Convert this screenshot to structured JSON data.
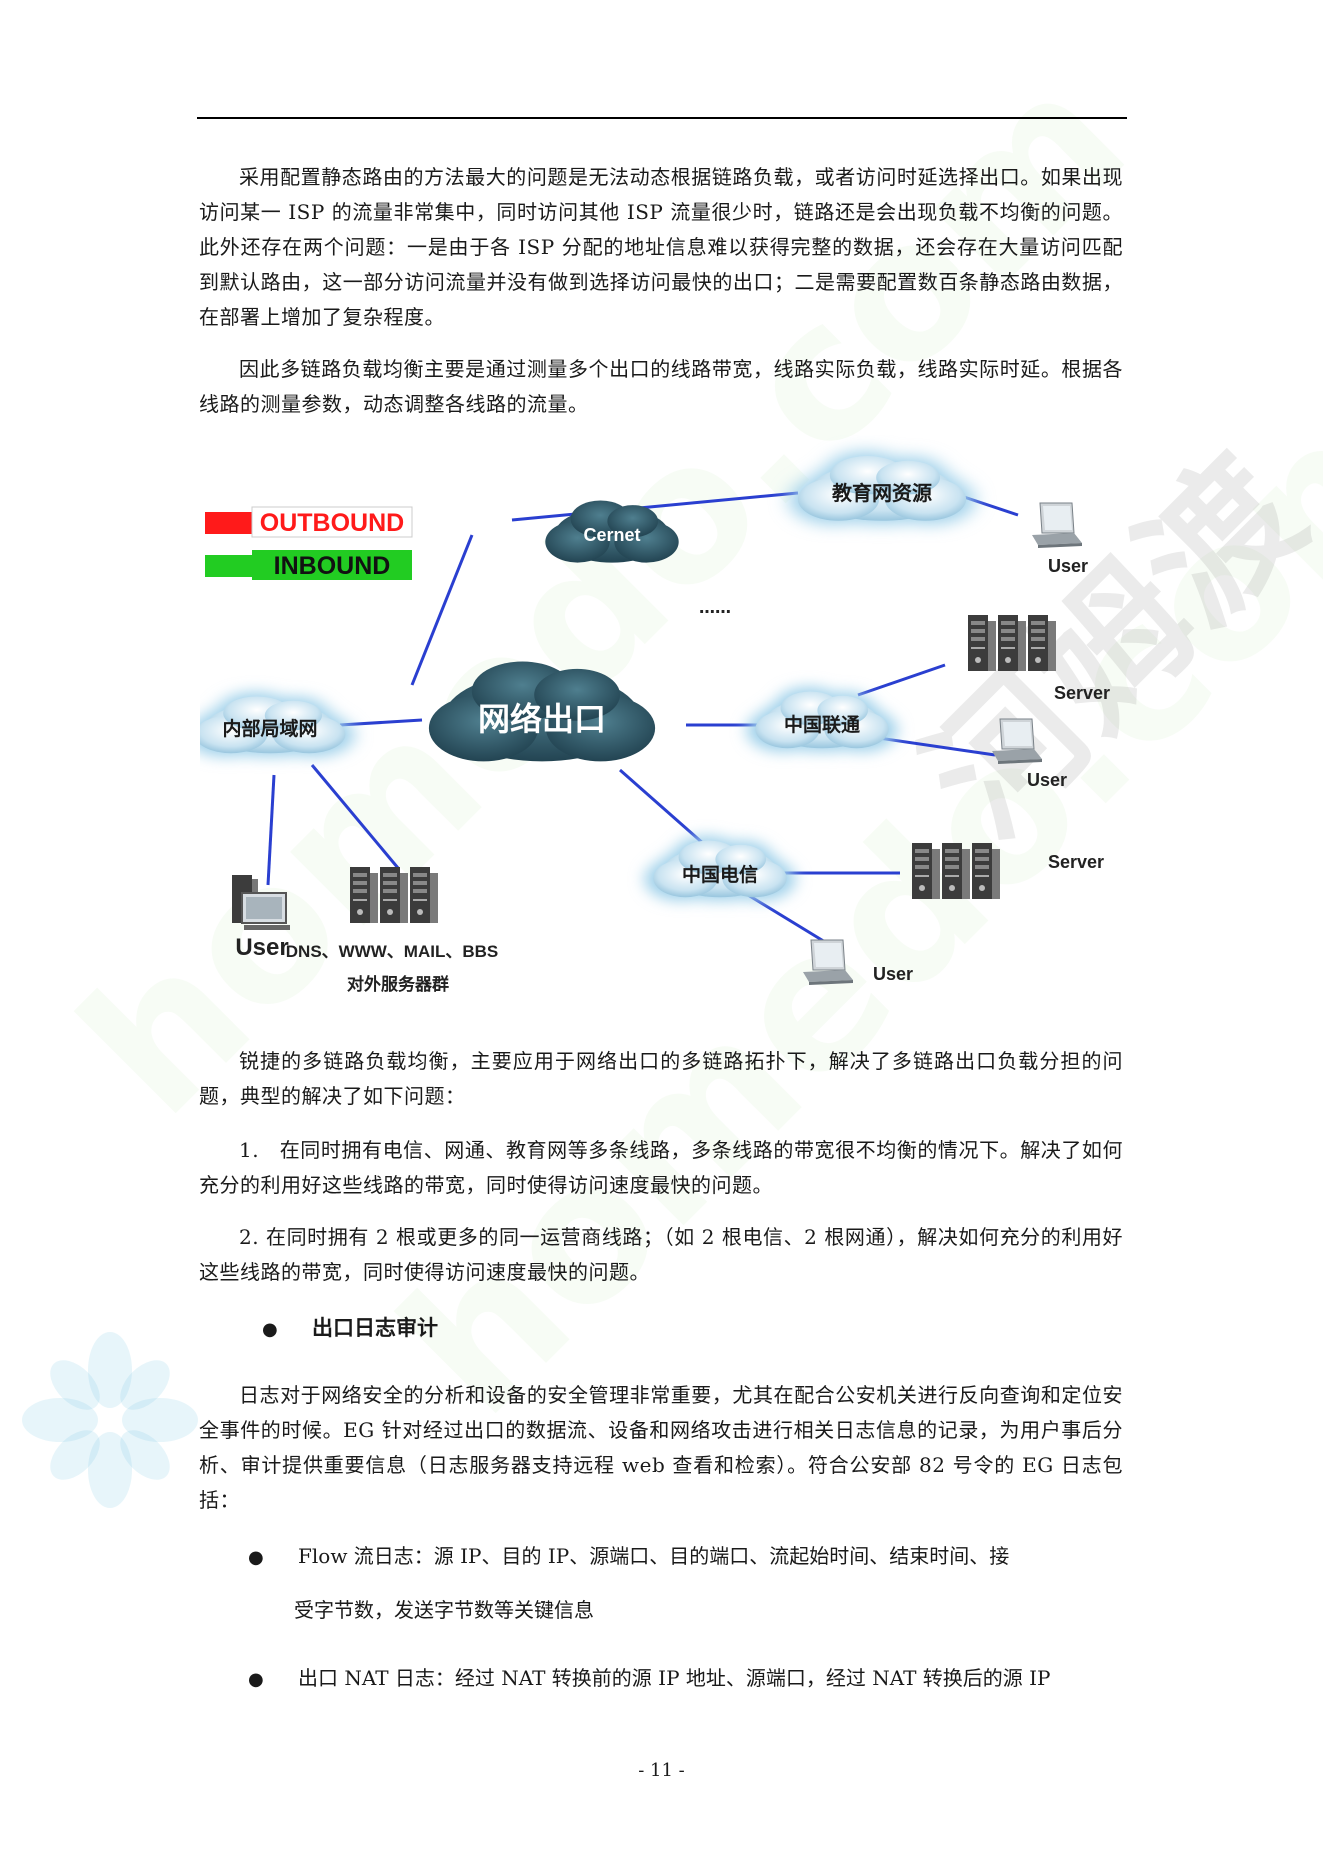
{
  "paragraphs": {
    "p1": "采用配置静态路由的方法最大的问题是无法动态根据链路负载，或者访问时延选择出口。如果出现访问某一 ISP 的流量非常集中，同时访问其他 ISP 流量很少时，链路还是会出现负载不均衡的问题。此外还存在两个问题：一是由于各 ISP 分配的地址信息难以获得完整的数据，还会存在大量访问匹配到默认路由，这一部分访问流量并没有做到选择访问最快的出口；二是需要配置数百条静态路由数据，在部署上增加了复杂程度。",
    "p2": "因此多链路负载均衡主要是通过测量多个出口的线路带宽，线路实际负载，线路实际时延。根据各线路的测量参数，动态调整各线路的流量。",
    "p3": "锐捷的多链路负载均衡，主要应用于网络出口的多链路拓扑下，解决了多链路出口负载分担的问题，典型的解决了如下问题：",
    "p4": "1.　在同时拥有电信、网通、教育网等多条线路，多条线路的带宽很不均衡的情况下。解决了如何充分的利用好这些线路的带宽，同时使得访问速度最快的问题。",
    "p5": "2. 在同时拥有 2 根或更多的同一运营商线路；（如 2 根电信、2 根网通），解决如何充分的利用好这些线路的带宽，同时使得访问速度最快的问题。",
    "p6": "日志对于网络安全的分析和设备的安全管理非常重要，尤其在配合公安机关进行反向查询和定位安全事件的时候。EG 针对经过出口的数据流、设备和网络攻击进行相关日志信息的记录，为用户事后分析、审计提供重要信息（日志服务器支持远程 web 查看和检索）。符合公安部 82 号令的 EG 日志包括："
  },
  "bullet_symbol": "●",
  "heading": "出口日志审计",
  "bullets": {
    "b1_line1": "Flow 流日志：源 IP、目的 IP、源端口、目的端口、流起始时间、结束时间、接",
    "b1_line2": "受字节数，发送字节数等关键信息",
    "b2_line1": "出口 NAT 日志：经过 NAT 转换前的源 IP 地址、源端口，经过 NAT 转换后的源 IP"
  },
  "diagram": {
    "legend_outbound": "OUTBOUND",
    "legend_inbound": "INBOUND",
    "center": "网络出口",
    "cernet": "Cernet",
    "edu": "教育网资源",
    "unicom": "中国联通",
    "telecom": "中国电信",
    "lan": "内部局域网",
    "user": "User",
    "server": "Server",
    "dots": "……",
    "lan_servers": "DNS、WWW、MAIL、BBS",
    "lan_servers_caption": "对外服务器群"
  },
  "watermark": {
    "text_a": "homedo.com",
    "text_b": "河姆渡"
  },
  "colors": {
    "outbound": "#ff1a1a",
    "inbound": "#22cc22",
    "line": "#2a3fd0",
    "cloud": "#2e5b6b"
  },
  "page_number": "- 11 -"
}
